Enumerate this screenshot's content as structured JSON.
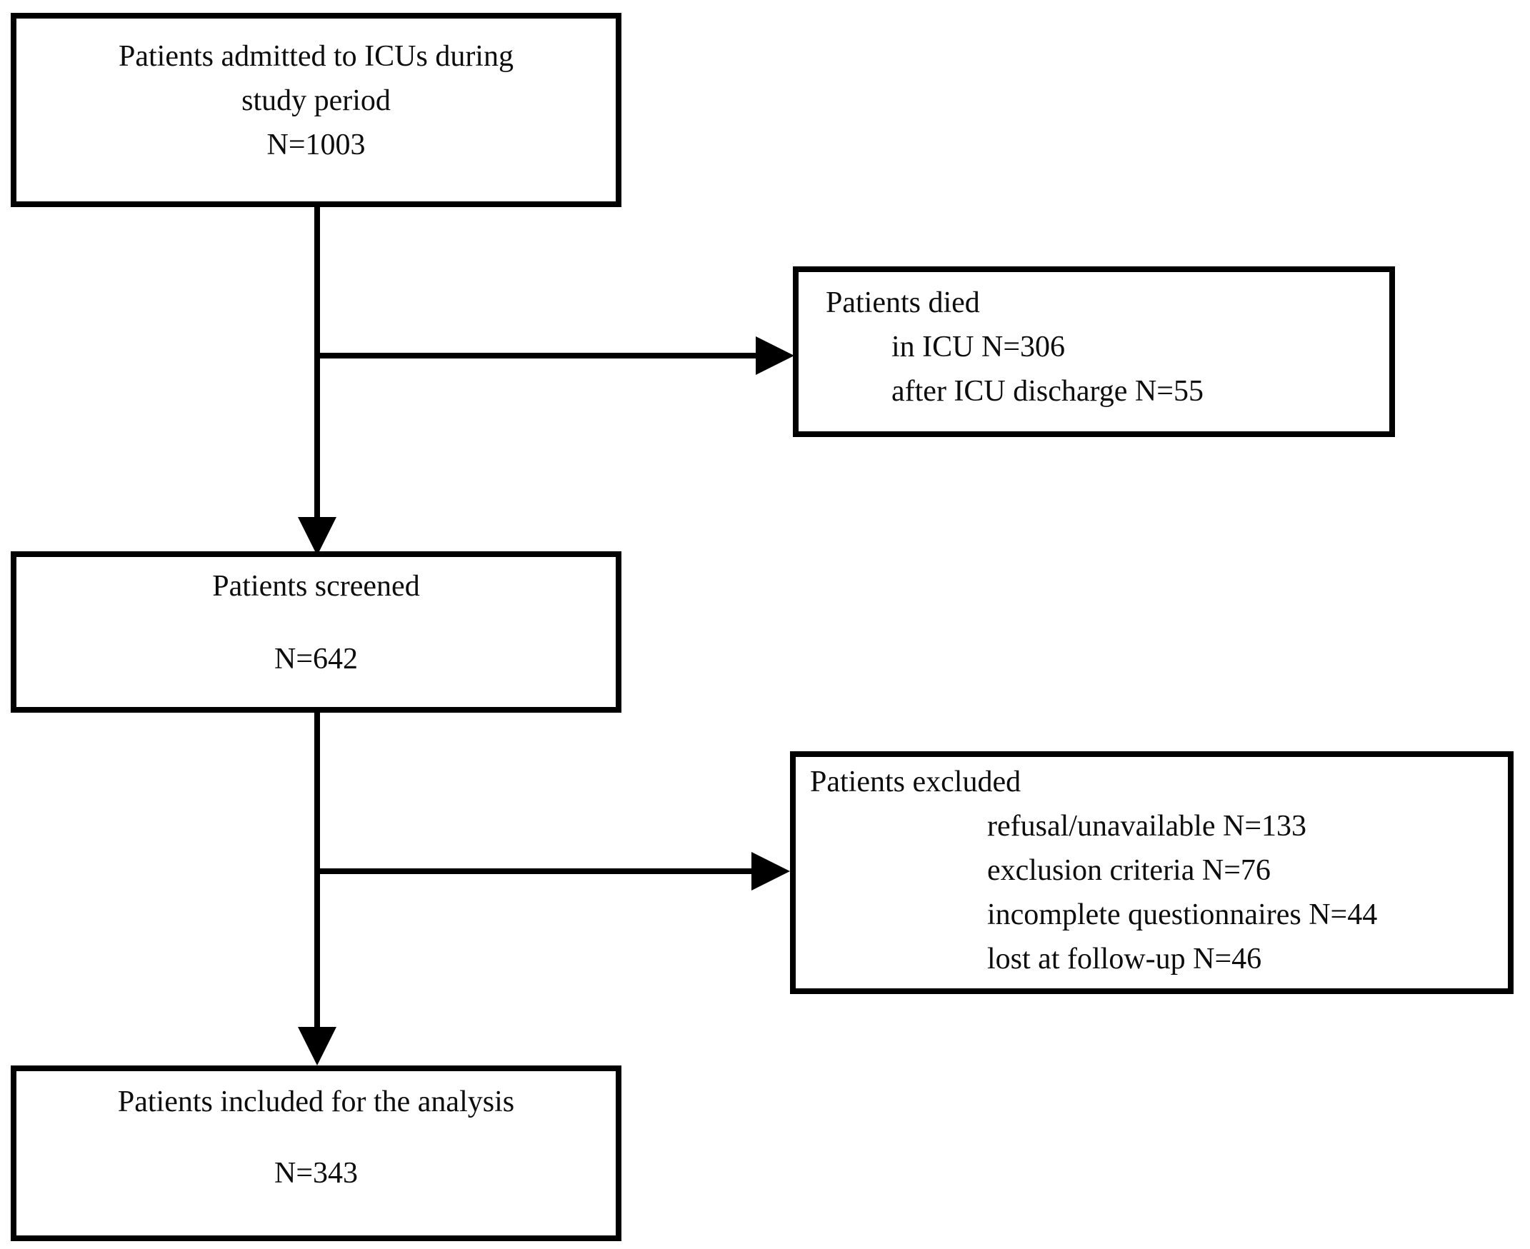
{
  "figure": {
    "type": "flow-diagram",
    "colors": {
      "background": "#ffffff",
      "border": "#000000",
      "text": "#0d0d0d",
      "connector": "#000000"
    },
    "boxes": {
      "admitted": {
        "lines": [
          "Patients admitted to ICUs during",
          "study period",
          "N=1003"
        ]
      },
      "died": {
        "title": "Patients died",
        "items": [
          "in ICU N=306",
          "after ICU discharge N=55"
        ]
      },
      "screened": {
        "lines": [
          "Patients screened",
          "N=642"
        ]
      },
      "excluded": {
        "title": "Patients excluded",
        "items": [
          "refusal/unavailable N=133",
          "exclusion criteria N=76",
          "incomplete questionnaires N=44",
          "lost at follow-up N=46"
        ]
      },
      "included": {
        "lines": [
          "Patients included for the analysis",
          "N=343"
        ]
      }
    }
  }
}
